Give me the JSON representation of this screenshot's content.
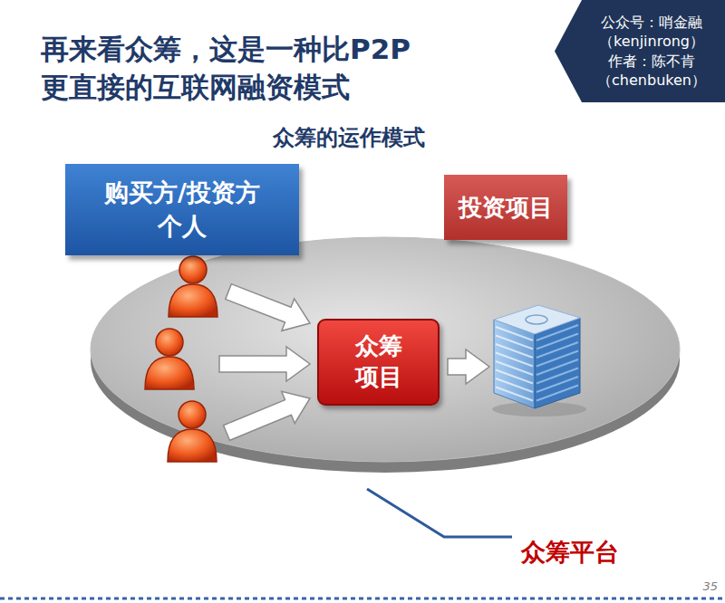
{
  "diagram": {
    "title": "再来看众筹，这是一种比P2P 更直接的互联网融资模式",
    "nodes": [
      {
        "text": [
          "公众号：哨金融 （kenjinrong） 作者：陈不肯 （chenbuken）"
        ]
      },
      {
        "text": [
          "购买方/投资方 个人"
        ]
      },
      {
        "text": [
          "投资项目"
        ]
      },
      {
        "text": [
          "众筹平台"
        ]
      },
      {
        "text": [
          "众筹 项目"
        ],
        "in": 3
      }
    ],
    "labels": [
      "众筹的运作模式",
      "35"
    ]
  }
}
